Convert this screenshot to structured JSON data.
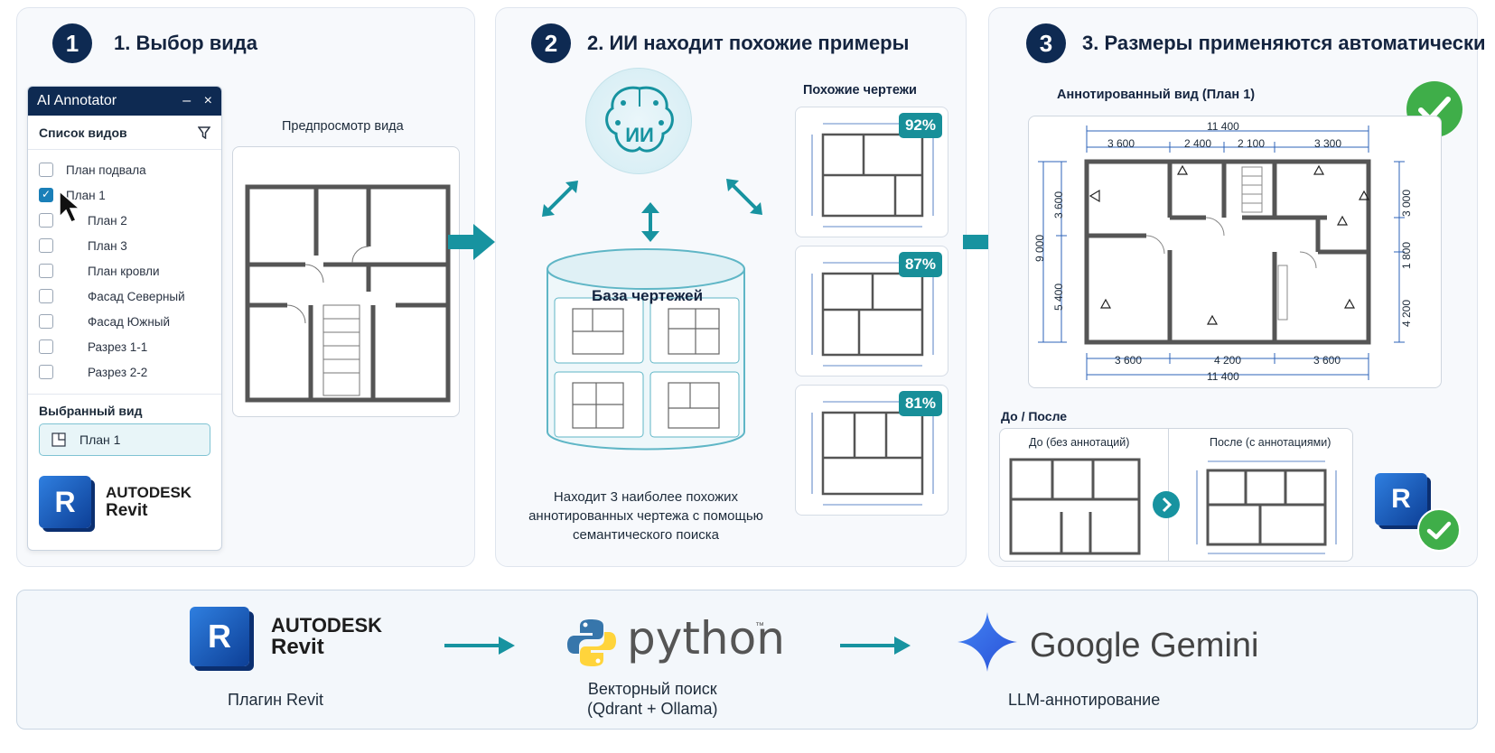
{
  "steps": [
    {
      "num": "1",
      "title": "1. Выбор вида"
    },
    {
      "num": "2",
      "title": "2. ИИ находит похожие примеры"
    },
    {
      "num": "3",
      "title": "3. Размеры применяются автоматически"
    }
  ],
  "annotator": {
    "title": "AI Annotator",
    "minimize": "–",
    "close": "×",
    "list_header": "Список видов",
    "views": [
      "План подвала",
      "План 1",
      "План 2",
      "План 3",
      "План кровли",
      "Фасад Северный",
      "Фасад Южный",
      "Разрез 1-1",
      "Разрез 2-2"
    ],
    "checked_index": 1,
    "selected_label": "Выбранный вид",
    "selected_value": "План 1"
  },
  "revit_logo": {
    "letter": "R",
    "brand": "AUTODESK",
    "product": "Revit"
  },
  "preview_label": "Предпросмотр вида",
  "ai": {
    "brain_label": "ИИ",
    "db_label": "База чертежей",
    "caption_lines": [
      "Находит 3 наиболее похожих",
      "аннотированных чертежа с помощью",
      "семантического поиска"
    ]
  },
  "similar": {
    "title": "Похожие чертежи",
    "cards": [
      {
        "score": "92%"
      },
      {
        "score": "87%"
      },
      {
        "score": "81%"
      }
    ]
  },
  "result": {
    "annotated_label": "Аннотированный вид (План 1)",
    "dims_top_total": "11 400",
    "dims_top": [
      "3 600",
      "2 400",
      "2 100",
      "3 300"
    ],
    "dims_bottom": [
      "3 600",
      "4 200",
      "3 600"
    ],
    "dims_bottom_total": "11 400",
    "dims_left_total": "9 000",
    "dims_left": [
      "3 600",
      "5 400"
    ],
    "dims_right": [
      "3 000",
      "1 800",
      "4 200"
    ],
    "before_after_label": "До / После",
    "before_label": "До (без аннотаций)",
    "after_label": "После (с аннотациями)"
  },
  "pipeline": [
    {
      "name": "Плагин Revit"
    },
    {
      "name_lines": [
        "Векторный поиск",
        "(Qdrant + Ollama)"
      ],
      "logo": "python",
      "tm": "™"
    },
    {
      "name": "LLM-аннотирование",
      "logo_a": "Google",
      "logo_b": "Gemini"
    }
  ],
  "colors": {
    "navy": "#0e2a52",
    "teal": "#1793a0",
    "dim_blue": "#2d63b8",
    "green": "#3fae49"
  }
}
